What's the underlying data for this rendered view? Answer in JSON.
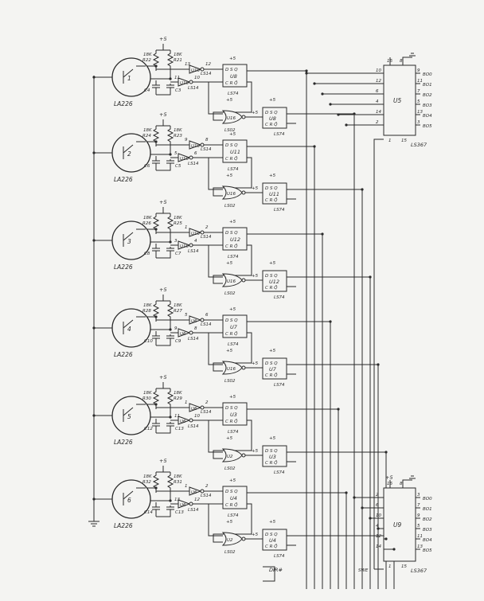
{
  "sensors": [
    {
      "index": "1",
      "part": "LA226",
      "r_left": "R22",
      "r_right": "R21",
      "r_left_val": "18K",
      "r_right_val": "18K",
      "c_left": "C4",
      "c_right": "C3",
      "inv_a": "U10",
      "inv_b": "U10",
      "inv_type": "LS14",
      "pin_a1": "13",
      "pin_a2": "12",
      "pin_b1": "11",
      "pin_b2": "10",
      "ff": "U8",
      "ff2": "U8",
      "nor": "U16",
      "nor_type": "LS02",
      "ff_type": "LS74"
    },
    {
      "index": "2",
      "part": "LA226",
      "r_left": "R24",
      "r_right": "R23",
      "r_left_val": "18K",
      "r_right_val": "18K",
      "c_left": "C6",
      "c_right": "C5",
      "inv_a": "U10",
      "inv_b": "U10",
      "inv_type": "LS14",
      "pin_a1": "9",
      "pin_a2": "8",
      "pin_b1": "5",
      "pin_b2": "6",
      "ff": "U11",
      "ff2": "U11",
      "nor": "U16",
      "nor_type": "LS02",
      "ff_type": "LS74"
    },
    {
      "index": "3",
      "part": "LA226",
      "r_left": "R26",
      "r_right": "R25",
      "r_left_val": "18K",
      "r_right_val": "18K",
      "c_left": "C8",
      "c_right": "C7",
      "inv_a": "U10",
      "inv_b": "U10",
      "inv_type": "LS14",
      "pin_a1": "1",
      "pin_a2": "2",
      "pin_b1": "3",
      "pin_b2": "4",
      "ff": "U12",
      "ff2": "U12",
      "nor": "U16",
      "nor_type": "LS02",
      "ff_type": "LS74"
    },
    {
      "index": "4",
      "part": "LA226",
      "r_left": "R28",
      "r_right": "R27",
      "r_left_val": "18K",
      "r_right_val": "18K",
      "c_left": "C10",
      "c_right": "C9",
      "inv_a": "U6",
      "inv_b": "U6",
      "inv_type": "LS14",
      "pin_a1": "5",
      "pin_a2": "6",
      "pin_b1": "9",
      "pin_b2": "8",
      "ff": "U7",
      "ff2": "U7",
      "nor": "U16",
      "nor_type": "LS02",
      "ff_type": "LS74"
    },
    {
      "index": "5",
      "part": "LA226",
      "r_left": "R30",
      "r_right": "R29",
      "r_left_val": "18K",
      "r_right_val": "18K",
      "c_left": "C12",
      "c_right": "C13",
      "inv_a": "U6",
      "inv_b": "U6",
      "inv_type": "LS14",
      "pin_a1": "1",
      "pin_a2": "2",
      "pin_b1": "11",
      "pin_b2": "10",
      "ff": "U3",
      "ff2": "U3",
      "nor": "U2",
      "nor_type": "LS02",
      "ff_type": "LS74"
    },
    {
      "index": "6",
      "part": "LA226",
      "r_left": "R32",
      "r_right": "R31",
      "r_left_val": "18K",
      "r_right_val": "18K",
      "c_left": "C14",
      "c_right": "C13",
      "inv_a": "U6",
      "inv_b": "U6",
      "inv_type": "LS14",
      "pin_a1": "1",
      "pin_a2": "2",
      "pin_b1": "13",
      "pin_b2": "12",
      "ff": "U4",
      "ff2": "U4",
      "nor": "U2",
      "nor_type": "LS02",
      "ff_type": "LS74"
    }
  ],
  "labels": {
    "vcc": "+5",
    "ff_pins": "D S Q",
    "ff_pins2": "C R Q̄",
    "dir_label": "DIR#",
    "swe_label": "SWE",
    "u5_name": "U5",
    "u5_type": "LS367",
    "u9_name": "U9",
    "u9_type": "LS367",
    "u5_top_pins": [
      "16",
      "8"
    ],
    "u9_top_pins": [
      "16",
      "8"
    ],
    "u5_in_pins": [
      "10",
      "12",
      "6",
      "4",
      "14",
      "2"
    ],
    "u5_out_pins": [
      "9",
      "11",
      "7",
      "5",
      "13",
      "3"
    ],
    "u5_out_names": [
      "BO0",
      "BO1",
      "BO2",
      "BO3",
      "BO4",
      "BO5"
    ],
    "u5_bottom_pins": [
      "1",
      "15"
    ],
    "u9_in_pins": [
      "2",
      "6",
      "10",
      "4",
      "12",
      "14"
    ],
    "u9_out_pins": [
      "3",
      "7",
      "9",
      "5",
      "11",
      "13"
    ],
    "u9_out_names": [
      "BO0",
      "BO1",
      "BO2",
      "BO3",
      "BO4",
      "BO5"
    ],
    "u9_bottom_pins": [
      "1",
      "15"
    ]
  }
}
